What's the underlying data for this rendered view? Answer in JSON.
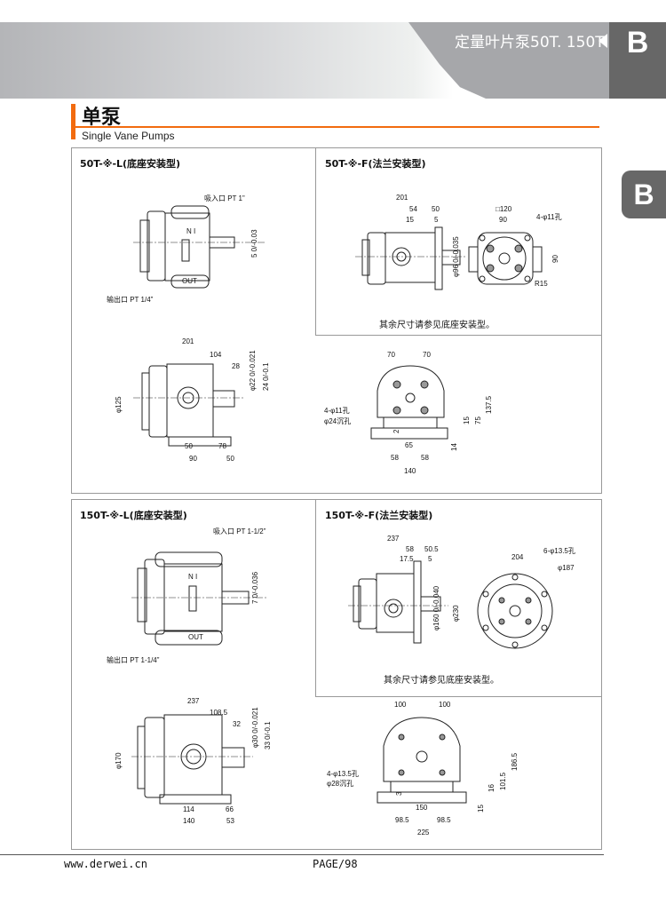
{
  "header": {
    "title": "定量叶片泵50T. 150T",
    "section_letter": "B"
  },
  "side_tab": "B",
  "page": {
    "title": "单泵",
    "subtitle": "Single Vane Pumps"
  },
  "panels": {
    "p50L": {
      "title": "50T-※-L(底座安装型)",
      "inlet": "吸入口  PT 1”",
      "outlet": "输出口  PT 1/4”",
      "in": "N I",
      "out": "OUT",
      "key": "5 0/-0.03"
    },
    "p50F": {
      "title": "50T-※-F(法兰安装型)",
      "d201": "201",
      "d54": "54",
      "d50": "50",
      "d15": "15",
      "d5": "5",
      "shaft": "φ96 0/-0.035",
      "sq": "□120",
      "d90": "90",
      "holes": "4-φ11孔",
      "d90v": "90",
      "r15": "R15",
      "note": "其余尺寸请参见底座安装型。"
    },
    "p50Ls": {
      "d201": "201",
      "d104": "104",
      "d28": "28",
      "shaft": "φ22 0/-0.021",
      "d24": "24 0/-0.1",
      "body": "φ125",
      "d50": "50",
      "d78": "78",
      "d90": "90",
      "d50b": "50"
    },
    "p50Lf": {
      "d70a": "70",
      "d70b": "70",
      "d137": "137.5",
      "d75": "75",
      "d15": "15",
      "holes": "4-φ11孔",
      "cb": "φ24沉孔",
      "d2": "2",
      "d65": "65",
      "d14": "14",
      "d58a": "58",
      "d58b": "58",
      "d140": "140"
    },
    "p150L": {
      "title": "150T-※-L(底座安装型)",
      "inlet": "吸入口  PT 1-1/2”",
      "outlet": "输出口  PT 1-1/4”",
      "in": "N I",
      "out": "OUT",
      "key": "7 0/-0.036"
    },
    "p150F": {
      "title": "150T-※-F(法兰安装型)",
      "d237": "237",
      "d58": "58",
      "d50": "50.5",
      "d17": "17.5",
      "d5": "5",
      "shaft": "φ160 0/-0.040",
      "body": "φ230",
      "d204": "204",
      "holes": "6-φ13.5孔",
      "pcd": "φ187",
      "note": "其余尺寸请参见底座安装型。"
    },
    "p150Ls": {
      "d237": "237",
      "d108": "108.5",
      "d32": "32",
      "shaft": "φ30 0/-0.021",
      "d33": "33 0/-0.1",
      "body": "φ170",
      "d114": "114",
      "d66": "66",
      "d140": "140",
      "d53": "53"
    },
    "p150Lf": {
      "d100a": "100",
      "d100b": "100",
      "d186": "186.5",
      "d101": "101.5",
      "d16": "16",
      "d15": "15",
      "holes": "4-φ13.5孔",
      "cb": "φ28沉孔",
      "d3": "3",
      "d150": "150",
      "d98a": "98.5",
      "d98b": "98.5",
      "d225": "225"
    }
  },
  "footer": {
    "url": "www.derwei.cn",
    "page": "PAGE/98"
  }
}
